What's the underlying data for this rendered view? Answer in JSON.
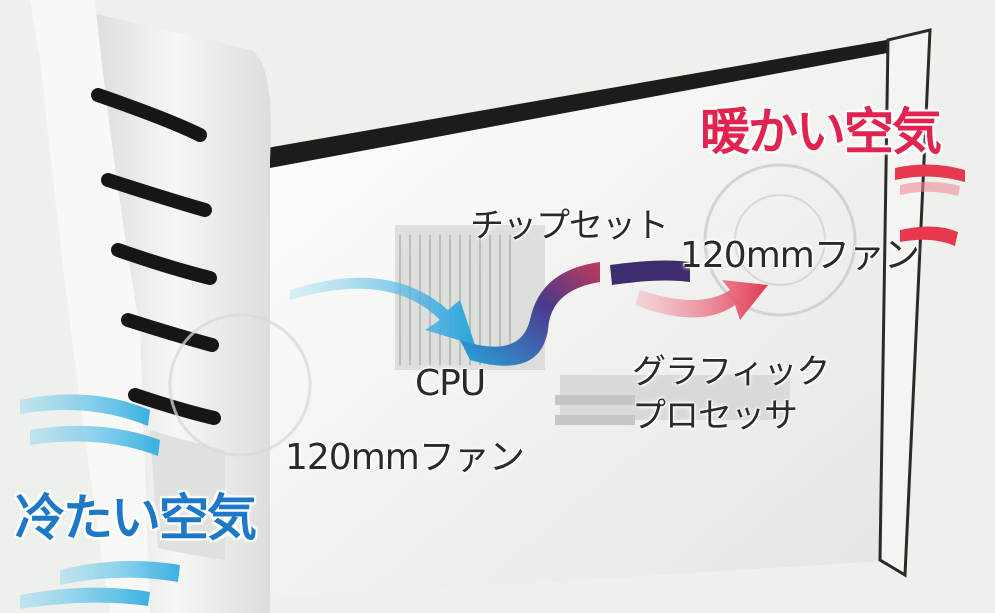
{
  "labels": {
    "warm_air": "暖かい空気",
    "cold_air": "冷たい空気",
    "chipset": "チップセット",
    "rear_fan": "120mmファン",
    "cpu": "CPU",
    "graphics_line1": "グラフィック",
    "graphics_line2": "プロセッサ",
    "front_fan": "120mmファン"
  },
  "colors": {
    "warm_air": "#e0244f",
    "cold_air": "#1e78c8",
    "airflow_cool": "#3aaee0",
    "airflow_warm": "#e84a5f"
  }
}
